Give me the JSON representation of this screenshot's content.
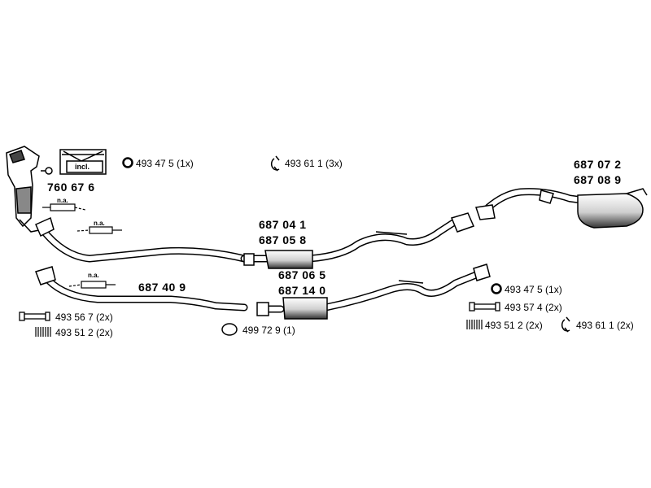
{
  "parts": {
    "catalyst": "760 67 6",
    "front_pipe_lower": "687 40 9",
    "mid_pipe_upper_a": "687 04 1",
    "mid_pipe_upper_b": "687 05 8",
    "mid_pipe_lower_a": "687 06 5",
    "mid_pipe_lower_b": "687 14 0",
    "rear_silencer_a": "687 07 2",
    "rear_silencer_b": "687 08 9"
  },
  "kit_label": "incl.",
  "na_label": "n.a.",
  "hardware": {
    "ring_top": "493 47 5 (1x)",
    "clamp_top": "493 61 1 (3x)",
    "bolt_left": "493 56 7 (2x)",
    "spring_left": "493 51 2 (2x)",
    "gasket_bottom": "499 72 9 (1)",
    "ring_right": "493 47 5 (1x)",
    "bolt_right": "493 57 4 (2x)",
    "spring_right": "493 51 2 (2x)",
    "clamp_right": "493 61 1 (2x)"
  },
  "colors": {
    "ink": "#000000",
    "pipe_fill": "#ffffff",
    "muffler_shade": "#555555"
  }
}
